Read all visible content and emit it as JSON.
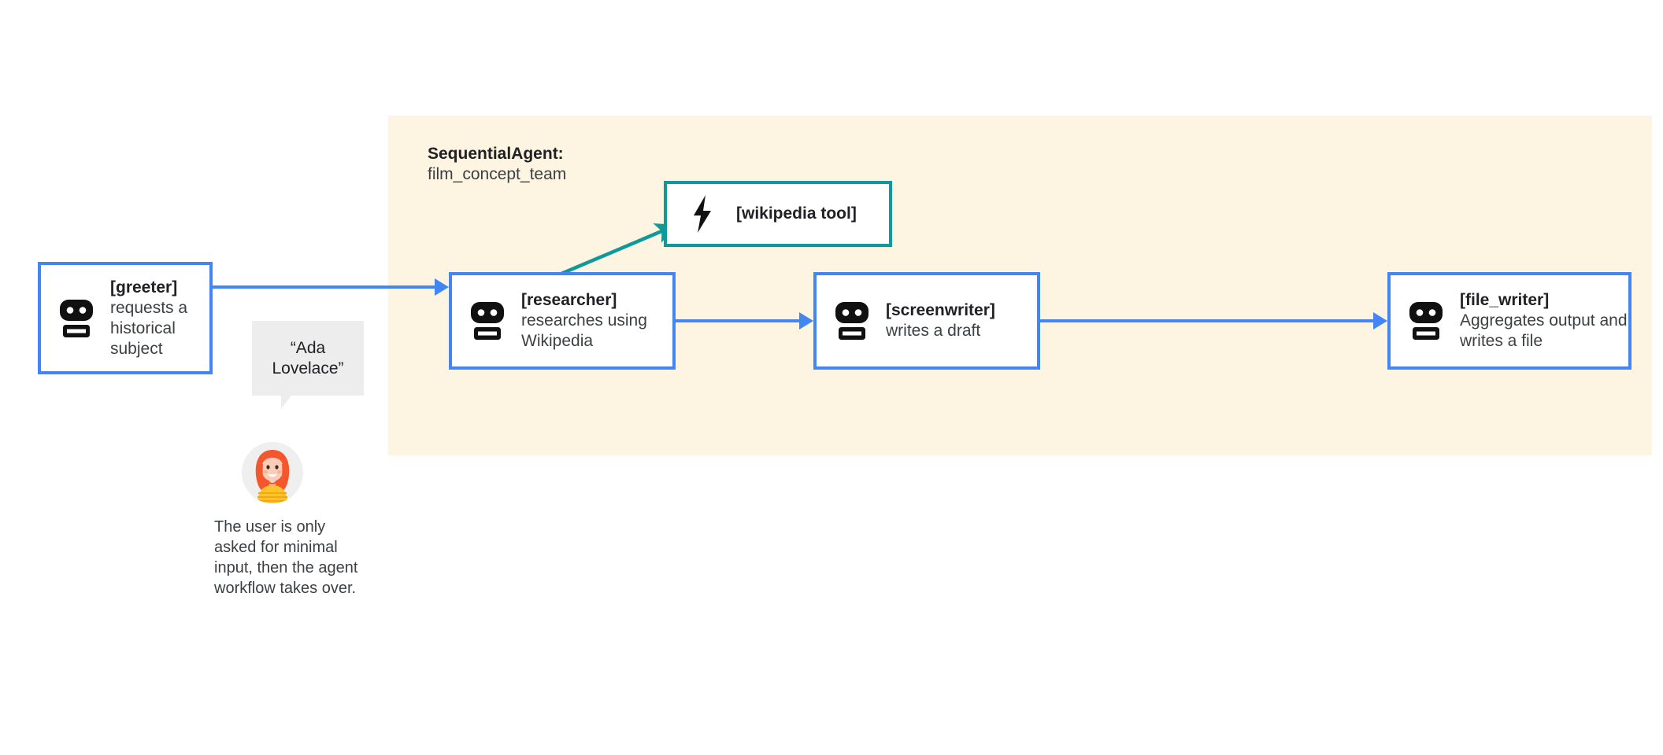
{
  "panel": {
    "title_strong": "SequentialAgent:",
    "title_sub": "film_concept_team",
    "background_color": "#FDF5E2"
  },
  "colors": {
    "agent_border": "#4285F4",
    "tool_border": "#0E9A9A",
    "arrow_blue": "#4285F4",
    "arrow_teal": "#0E9A9A",
    "bubble_bg": "#EDEDED",
    "panel_bg": "#FDF5E2",
    "text": "#3c4043"
  },
  "nodes": [
    {
      "id": "greeter",
      "icon": "robot-icon",
      "name": "[greeter]",
      "desc": "requests a historical subject",
      "type": "agent"
    },
    {
      "id": "researcher",
      "icon": "robot-icon",
      "name": "[researcher]",
      "desc": "researches using Wikipedia",
      "type": "agent"
    },
    {
      "id": "wikipedia",
      "icon": "lightning-bolt-icon",
      "name": "[wikipedia tool]",
      "desc": "",
      "type": "tool"
    },
    {
      "id": "screenwriter",
      "icon": "robot-icon",
      "name": "[screenwriter]",
      "desc": "writes a draft",
      "type": "agent"
    },
    {
      "id": "filewriter",
      "icon": "robot-icon",
      "name": "[file_writer]",
      "desc": "Aggregates output and writes a file",
      "type": "agent"
    }
  ],
  "user": {
    "bubble_text": "“Ada Lovelace”",
    "avatar_name": "user-avatar",
    "caption": "The user is only asked for minimal input, then the agent workflow takes over."
  },
  "edges": [
    {
      "from": "greeter",
      "to": "researcher",
      "color": "#4285F4"
    },
    {
      "from": "researcher",
      "to": "wikipedia",
      "color": "#0E9A9A"
    },
    {
      "from": "researcher",
      "to": "screenwriter",
      "color": "#4285F4"
    },
    {
      "from": "screenwriter",
      "to": "filewriter",
      "color": "#4285F4"
    }
  ]
}
